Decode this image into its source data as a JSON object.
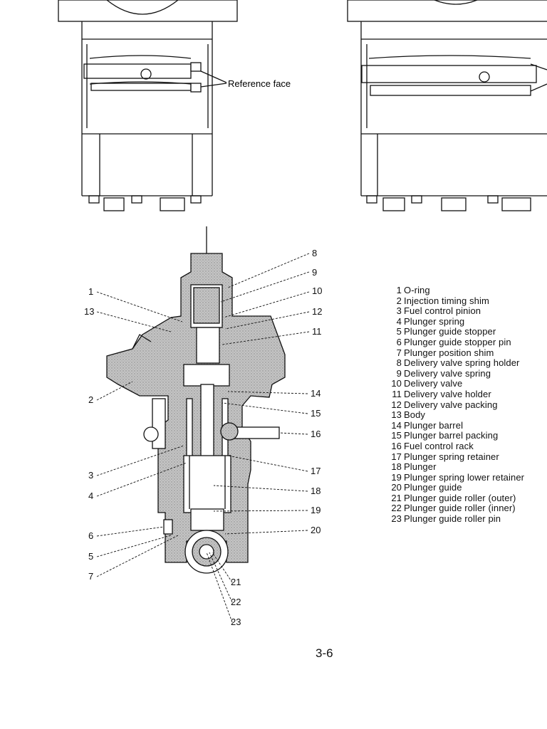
{
  "figure": {
    "reference_label": "Reference face",
    "callouts": [
      "1",
      "2",
      "3",
      "4",
      "5",
      "6",
      "7",
      "8",
      "9",
      "10",
      "11",
      "12",
      "13",
      "14",
      "15",
      "16",
      "17",
      "18",
      "19",
      "20",
      "21",
      "22",
      "23"
    ]
  },
  "legend": [
    {
      "num": "1",
      "text": "O-ring"
    },
    {
      "num": "2",
      "text": "Injection timing shim"
    },
    {
      "num": "3",
      "text": "Fuel control pinion"
    },
    {
      "num": "4",
      "text": "Plunger spring"
    },
    {
      "num": "5",
      "text": "Plunger guide stopper"
    },
    {
      "num": "6",
      "text": "Plunger guide stopper pin"
    },
    {
      "num": "7",
      "text": "Plunger position shim"
    },
    {
      "num": "8",
      "text": "Delivery valve spring holder"
    },
    {
      "num": "9",
      "text": "Delivery valve spring"
    },
    {
      "num": "10",
      "text": "Delivery valve"
    },
    {
      "num": "11",
      "text": "Delivery valve holder"
    },
    {
      "num": "12",
      "text": "Delivery valve packing"
    },
    {
      "num": "13",
      "text": "Body"
    },
    {
      "num": "14",
      "text": "Plunger barrel"
    },
    {
      "num": "15",
      "text": "Plunger barrel packing"
    },
    {
      "num": "16",
      "text": "Fuel control rack"
    },
    {
      "num": "17",
      "text": "Plunger spring retainer"
    },
    {
      "num": "18",
      "text": "Plunger"
    },
    {
      "num": "19",
      "text": "Plunger spring lower retainer"
    },
    {
      "num": "20",
      "text": "Plunger guide"
    },
    {
      "num": "21",
      "text": "Plunger guide roller (outer)"
    },
    {
      "num": "22",
      "text": "Plunger guide roller (inner)"
    },
    {
      "num": "23",
      "text": "Plunger guide roller pin"
    }
  ],
  "page_number": "3-6"
}
